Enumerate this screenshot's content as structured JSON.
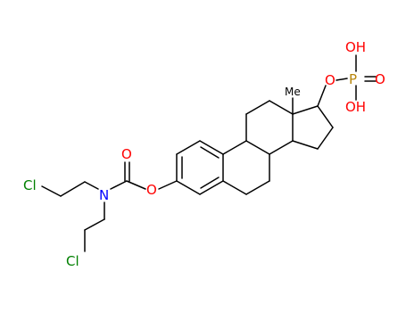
{
  "atoms": {
    "cl_top": "Cl",
    "cl_bottom": "Cl",
    "n": "N",
    "o_carbonyl": "O",
    "o_ester": "O",
    "o_phosphate_ester": "O",
    "p": "P",
    "o_p_double": "O",
    "oh_top": "OH",
    "oh_bottom": "OH",
    "methyl": "Me"
  },
  "colors": {
    "bond": "#000000",
    "chlorine": "#008000",
    "nitrogen": "#0000ff",
    "oxygen": "#ff0000",
    "phosphorus": "#b8860b",
    "carbon_label": "#000000"
  }
}
